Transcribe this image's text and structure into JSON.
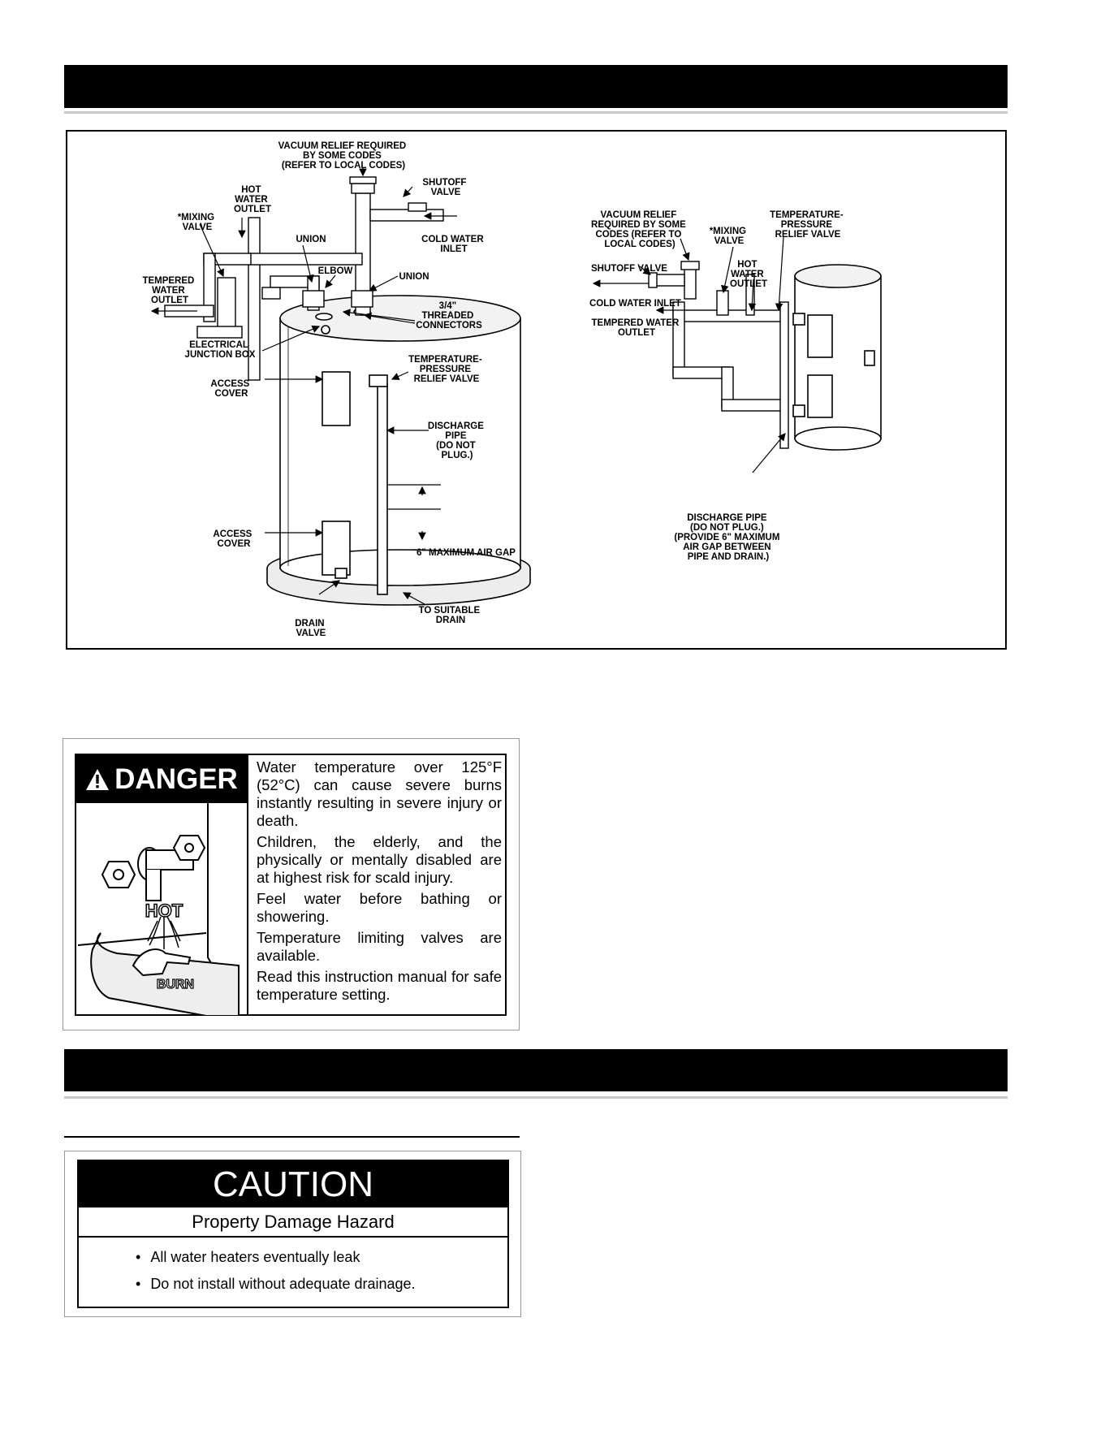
{
  "diagram": {
    "left": {
      "vacuum_relief": [
        "VACUUM RELIEF REQUIRED",
        "BY SOME CODES",
        "(REFER TO LOCAL CODES)"
      ],
      "shutoff_valve": [
        "SHUTOFF",
        "VALVE"
      ],
      "hot_water_outlet": [
        "HOT",
        "WATER",
        "OUTLET"
      ],
      "mixing_valve": [
        "*MIXING",
        "VALVE"
      ],
      "union_top": "UNION",
      "cold_water_inlet": [
        "COLD WATER",
        "INLET"
      ],
      "elbow": "ELBOW",
      "union_right": "UNION",
      "tempered_water_outlet": [
        "TEMPERED",
        "WATER",
        "OUTLET"
      ],
      "threaded_connectors": [
        "3/4\"",
        "THREADED",
        "CONNECTORS"
      ],
      "electrical_junction_box": [
        "ELECTRICAL",
        "JUNCTION BOX"
      ],
      "temperature_pressure_relief_valve": [
        "TEMPERATURE-",
        "PRESSURE",
        "RELIEF VALVE"
      ],
      "access_cover_upper": [
        "ACCESS",
        "COVER"
      ],
      "discharge_pipe": [
        "DISCHARGE",
        "PIPE",
        "(DO NOT",
        "PLUG.)"
      ],
      "access_cover_lower": [
        "ACCESS",
        "COVER"
      ],
      "max_air_gap": "6\" MAXIMUM AIR GAP",
      "to_suitable_drain": [
        "TO SUITABLE",
        "DRAIN"
      ],
      "drain_valve": [
        "DRAIN",
        "VALVE"
      ]
    },
    "right": {
      "vacuum_relief": [
        "VACUUM RELIEF",
        "REQUIRED BY SOME",
        "CODES (REFER TO",
        "LOCAL CODES)"
      ],
      "mixing_valve": [
        "*MIXING",
        "VALVE"
      ],
      "temperature_pressure_relief_valve": [
        "TEMPERATURE-",
        "PRESSURE",
        "RELIEF VALVE"
      ],
      "shutoff_valve": "SHUTOFF VALVE",
      "hot_water_outlet": [
        "HOT",
        "WATER",
        "OUTLET"
      ],
      "cold_water_inlet": "COLD WATER INLET",
      "tempered_water_outlet": [
        "TEMPERED WATER",
        "OUTLET"
      ],
      "discharge_pipe": [
        "DISCHARGE PIPE",
        "(DO NOT PLUG.)",
        "(PROVIDE  6\" MAXIMUM",
        "AIR GAP BETWEEN",
        "PIPE AND DRAIN.)"
      ]
    }
  },
  "danger": {
    "heading": "DANGER",
    "illus_hot": "HOT",
    "illus_burn": "BURN",
    "paragraphs": [
      "Water temperature over 125°F (52°C) can cause severe burns instantly resulting in severe injury or death.",
      "Children, the elderly, and the physically or mentally disabled are at highest risk for scald injury.",
      "Feel water before bathing or showering.",
      "Temperature limiting valves are available.",
      "Read this instruction manual for safe temperature setting."
    ]
  },
  "caution": {
    "heading": "CAUTION",
    "subheading": "Property Damage Hazard",
    "items": [
      "All water heaters eventually leak",
      "Do not install without adequate drainage."
    ]
  }
}
